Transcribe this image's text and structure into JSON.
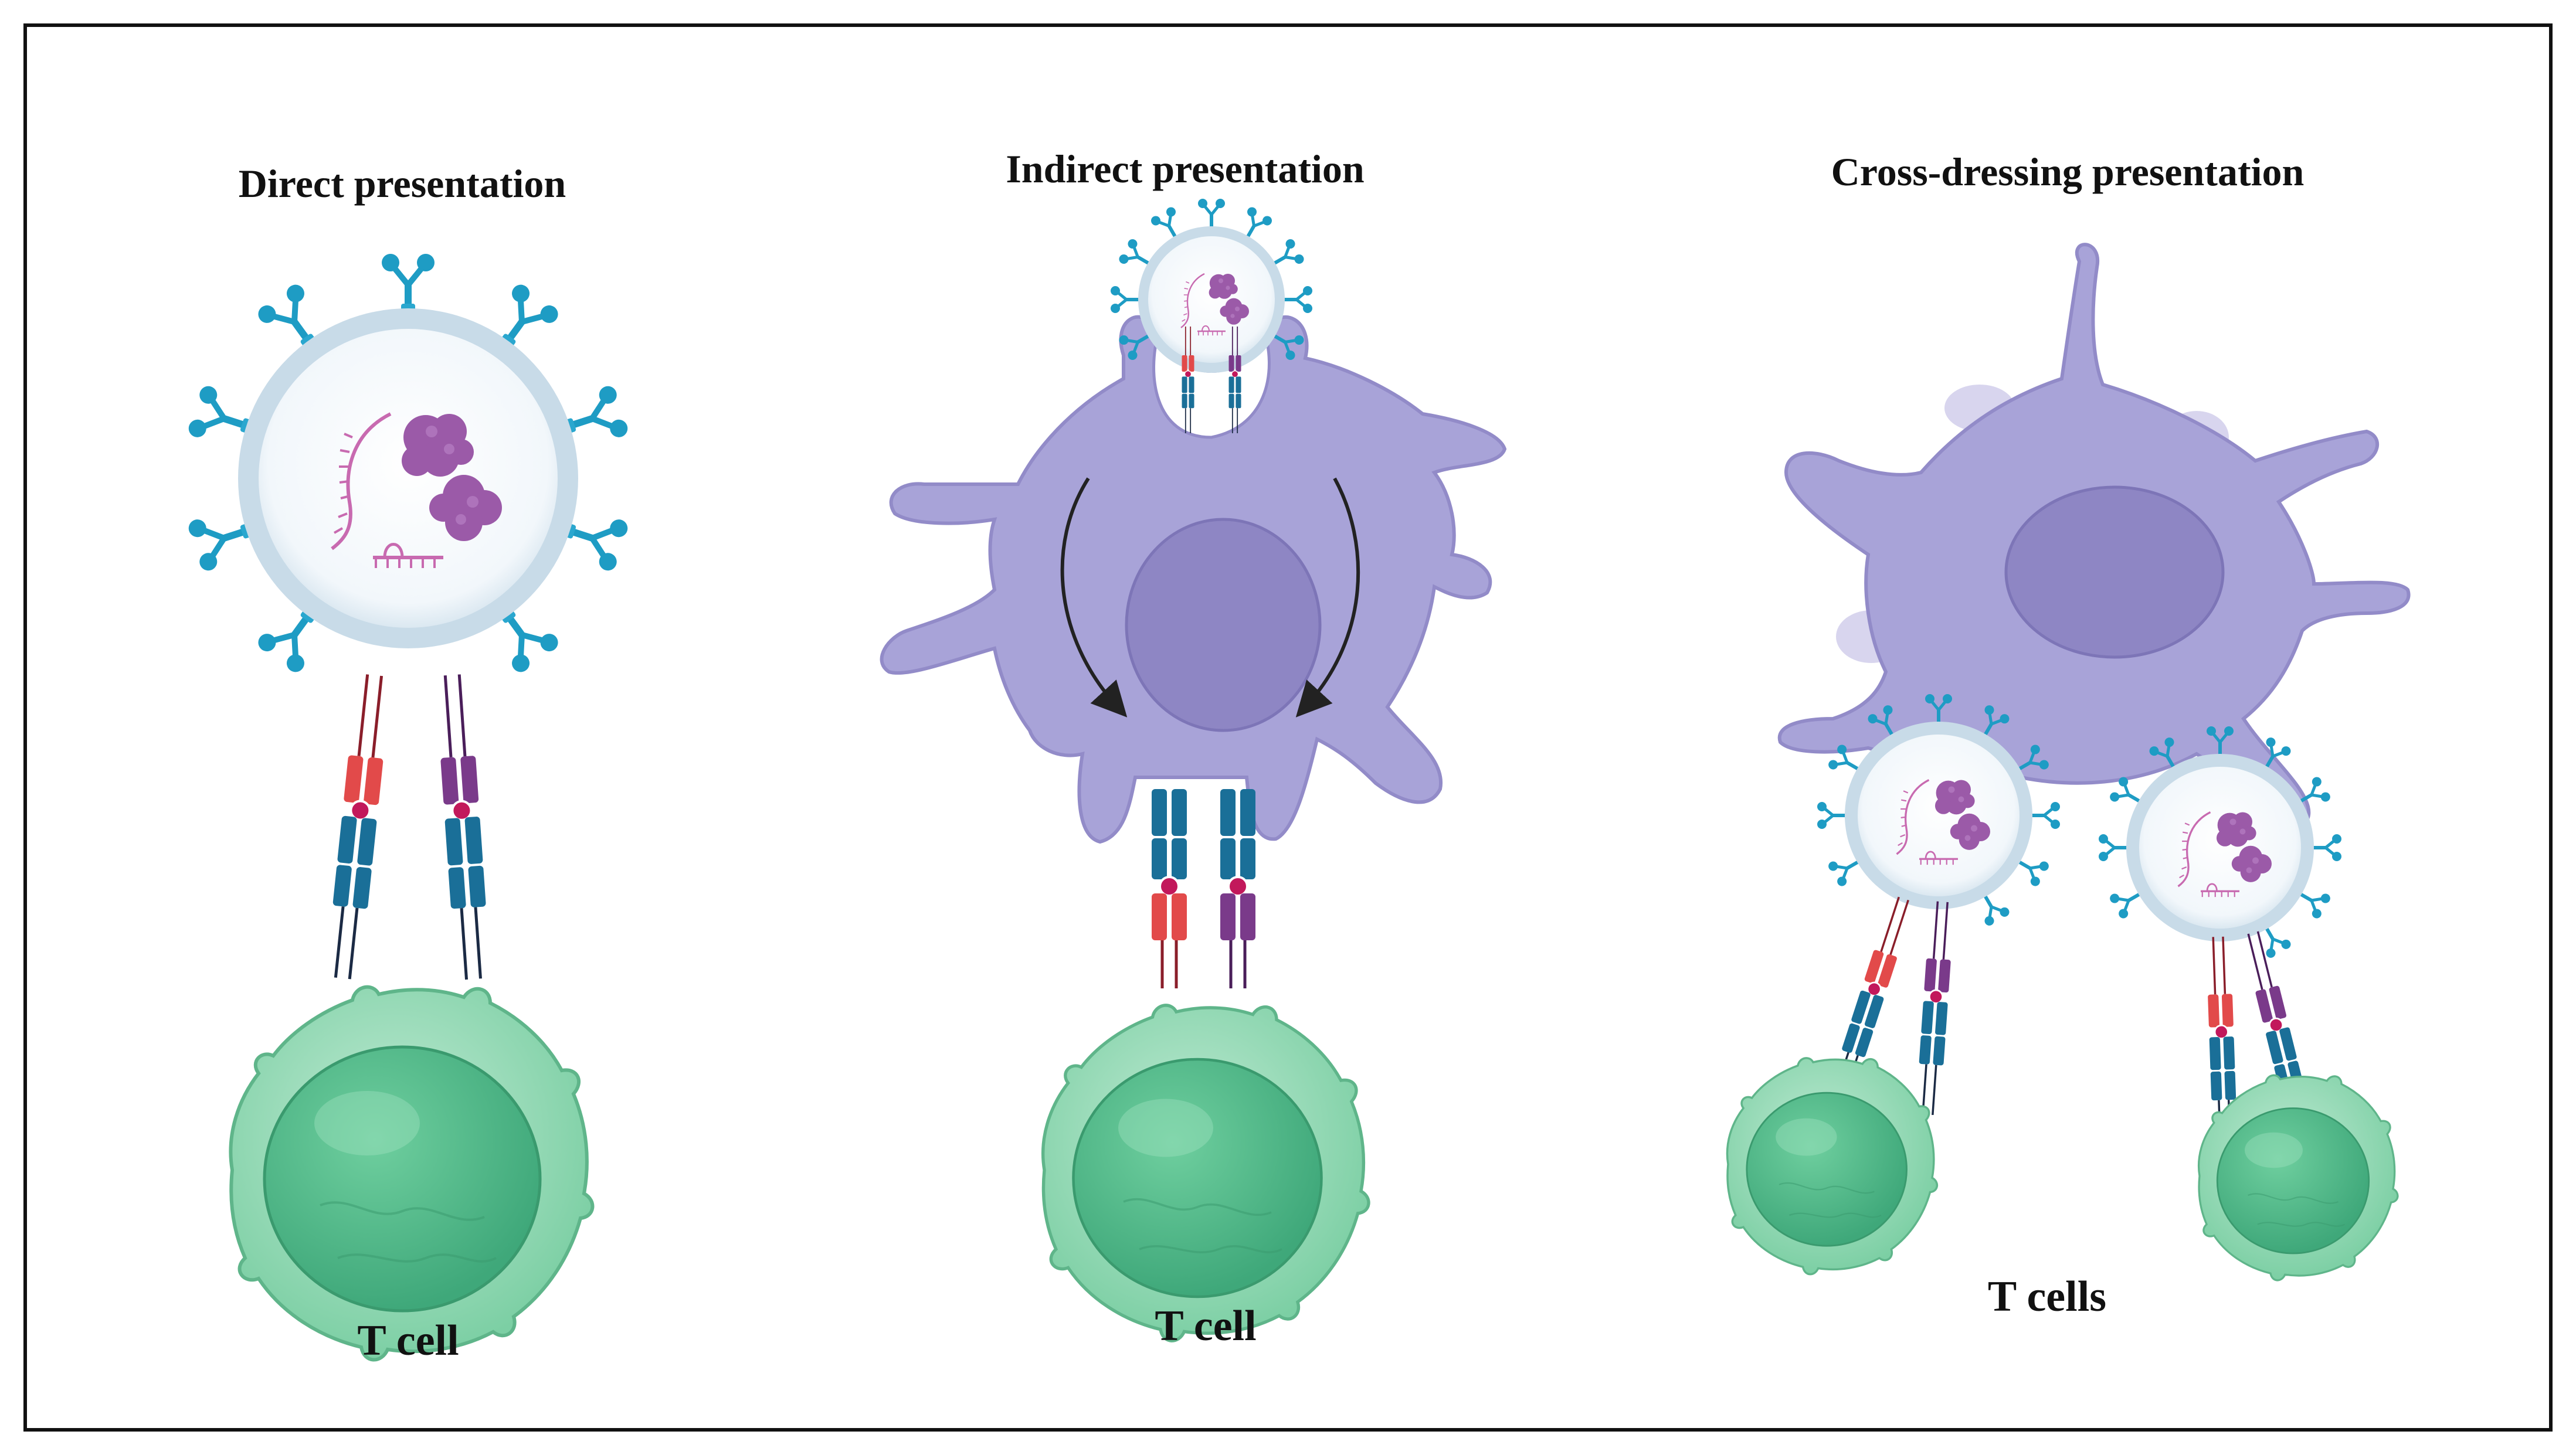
{
  "panels": [
    {
      "title": "Direct presentation",
      "label": "T cell"
    },
    {
      "title": "Indirect presentation",
      "label": "T cell"
    },
    {
      "title": "Cross-dressing presentation",
      "label": "T cells"
    }
  ],
  "colors": {
    "vesicle_membrane": "#c8dbe8",
    "vesicle_fill": "#f6fafc",
    "surface_protein": "#1e9cc4",
    "apc_cell": "#a8a3d8",
    "apc_nucleus": "#8e86c4",
    "t_cell": "#7ccfa4",
    "t_cell_nucleus": "#4cb587",
    "mhc_red": "#e24a4a",
    "mhc_purple": "#7a3a8a",
    "tcr_blue": "#1a6f98",
    "cargo_purple": "#9b5aa8",
    "rna_pink": "#c86ab0"
  }
}
